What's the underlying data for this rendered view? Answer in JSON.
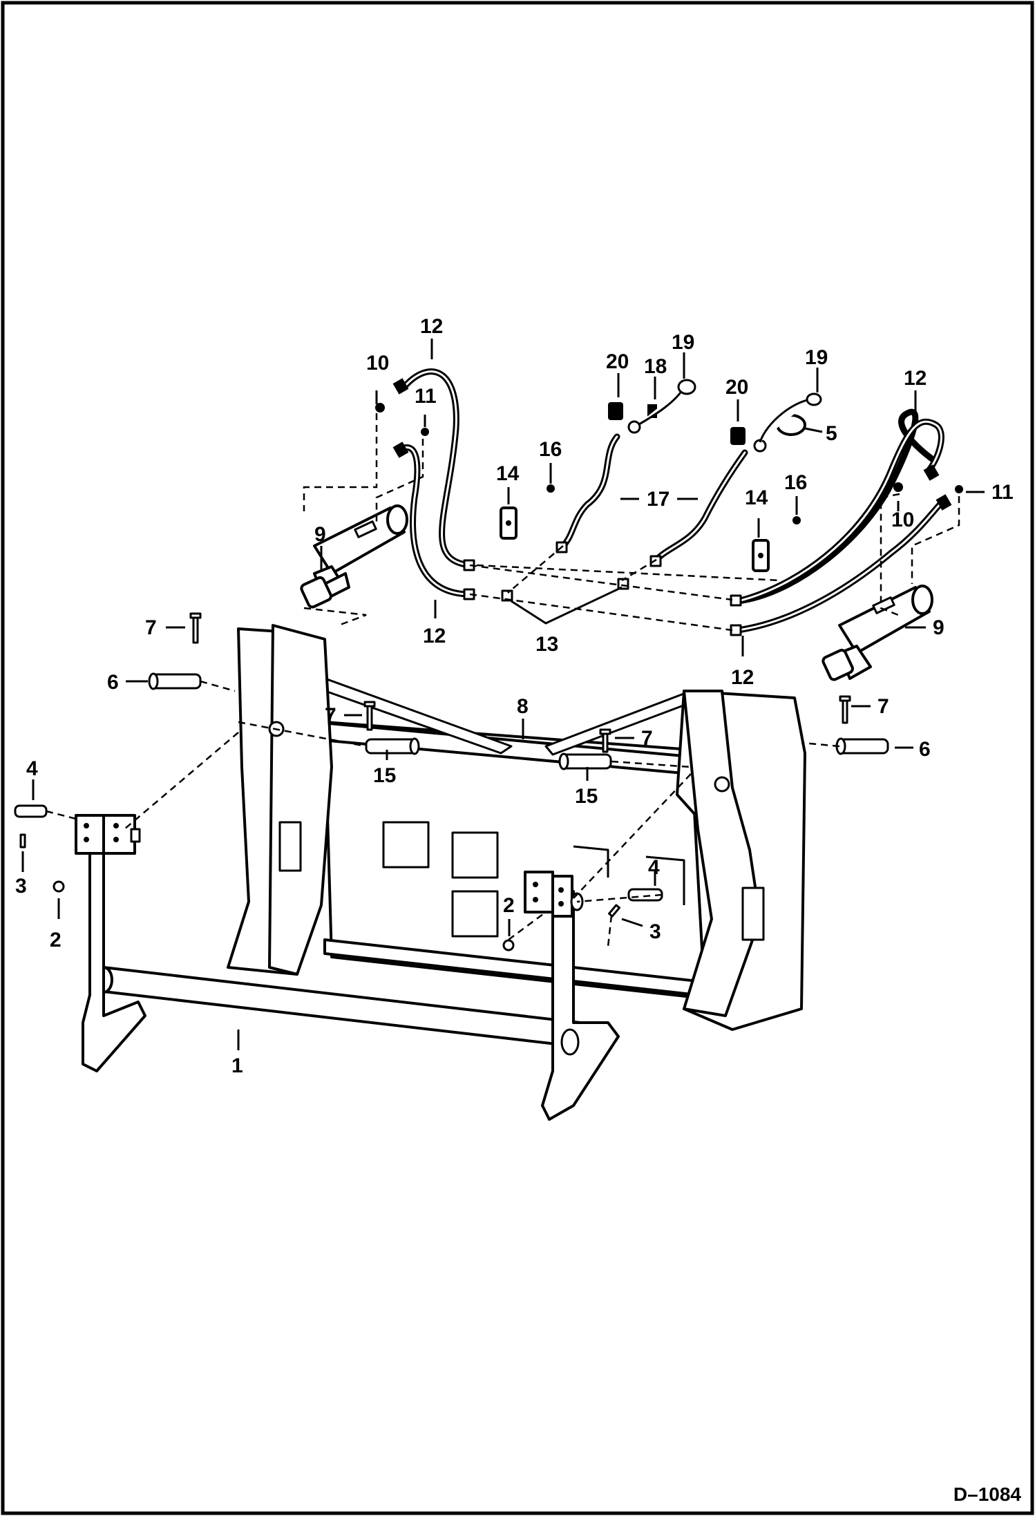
{
  "drawing": {
    "code": "D–1084",
    "callouts": [
      {
        "id": "c1",
        "label": "1"
      },
      {
        "id": "c2a",
        "label": "2"
      },
      {
        "id": "c2b",
        "label": "2"
      },
      {
        "id": "c3a",
        "label": "3"
      },
      {
        "id": "c3b",
        "label": "3"
      },
      {
        "id": "c4a",
        "label": "4"
      },
      {
        "id": "c4b",
        "label": "4"
      },
      {
        "id": "c5",
        "label": "5"
      },
      {
        "id": "c6a",
        "label": "6"
      },
      {
        "id": "c6b",
        "label": "6"
      },
      {
        "id": "c7a",
        "label": "7"
      },
      {
        "id": "c7b",
        "label": "7"
      },
      {
        "id": "c7c",
        "label": "7"
      },
      {
        "id": "c7d",
        "label": "7"
      },
      {
        "id": "c8",
        "label": "8"
      },
      {
        "id": "c9a",
        "label": "9"
      },
      {
        "id": "c9b",
        "label": "9"
      },
      {
        "id": "c10a",
        "label": "10"
      },
      {
        "id": "c10b",
        "label": "10"
      },
      {
        "id": "c11a",
        "label": "11"
      },
      {
        "id": "c11b",
        "label": "11"
      },
      {
        "id": "c12a",
        "label": "12"
      },
      {
        "id": "c12b",
        "label": "12"
      },
      {
        "id": "c12c",
        "label": "12"
      },
      {
        "id": "c12d",
        "label": "12"
      },
      {
        "id": "c13",
        "label": "13"
      },
      {
        "id": "c14a",
        "label": "14"
      },
      {
        "id": "c14b",
        "label": "14"
      },
      {
        "id": "c15a",
        "label": "15"
      },
      {
        "id": "c15b",
        "label": "15"
      },
      {
        "id": "c16a",
        "label": "16"
      },
      {
        "id": "c16b",
        "label": "16"
      },
      {
        "id": "c17",
        "label": "17"
      },
      {
        "id": "c18",
        "label": "18"
      },
      {
        "id": "c19a",
        "label": "19"
      },
      {
        "id": "c19b",
        "label": "19"
      },
      {
        "id": "c20a",
        "label": "20"
      },
      {
        "id": "c20b",
        "label": "20"
      }
    ]
  }
}
